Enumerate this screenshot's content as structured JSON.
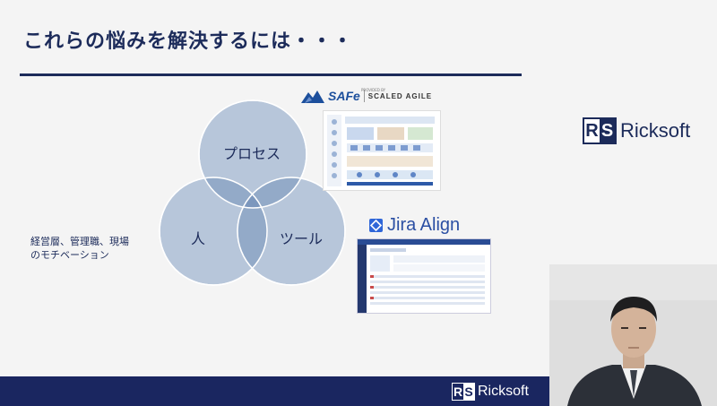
{
  "slide": {
    "title": "これらの悩みを解決するには・・・",
    "venn": {
      "top": "プロセス",
      "left": "人",
      "right": "ツール"
    },
    "note_line1": "経営層、管理職、現場",
    "note_line2": "のモチベーション",
    "safe_mark": "SAFe",
    "safe_name": "SCALED AGILE",
    "safe_sub": "PROVIDED BY",
    "jira_name": "Jira Align",
    "brand": {
      "r": "R",
      "s": "S",
      "name": "Ricksoft"
    }
  },
  "colors": {
    "navy": "#1a2660",
    "circle": "#b7c6da",
    "overlap2": "#93aac8",
    "overlap3": "#7c97bd"
  }
}
